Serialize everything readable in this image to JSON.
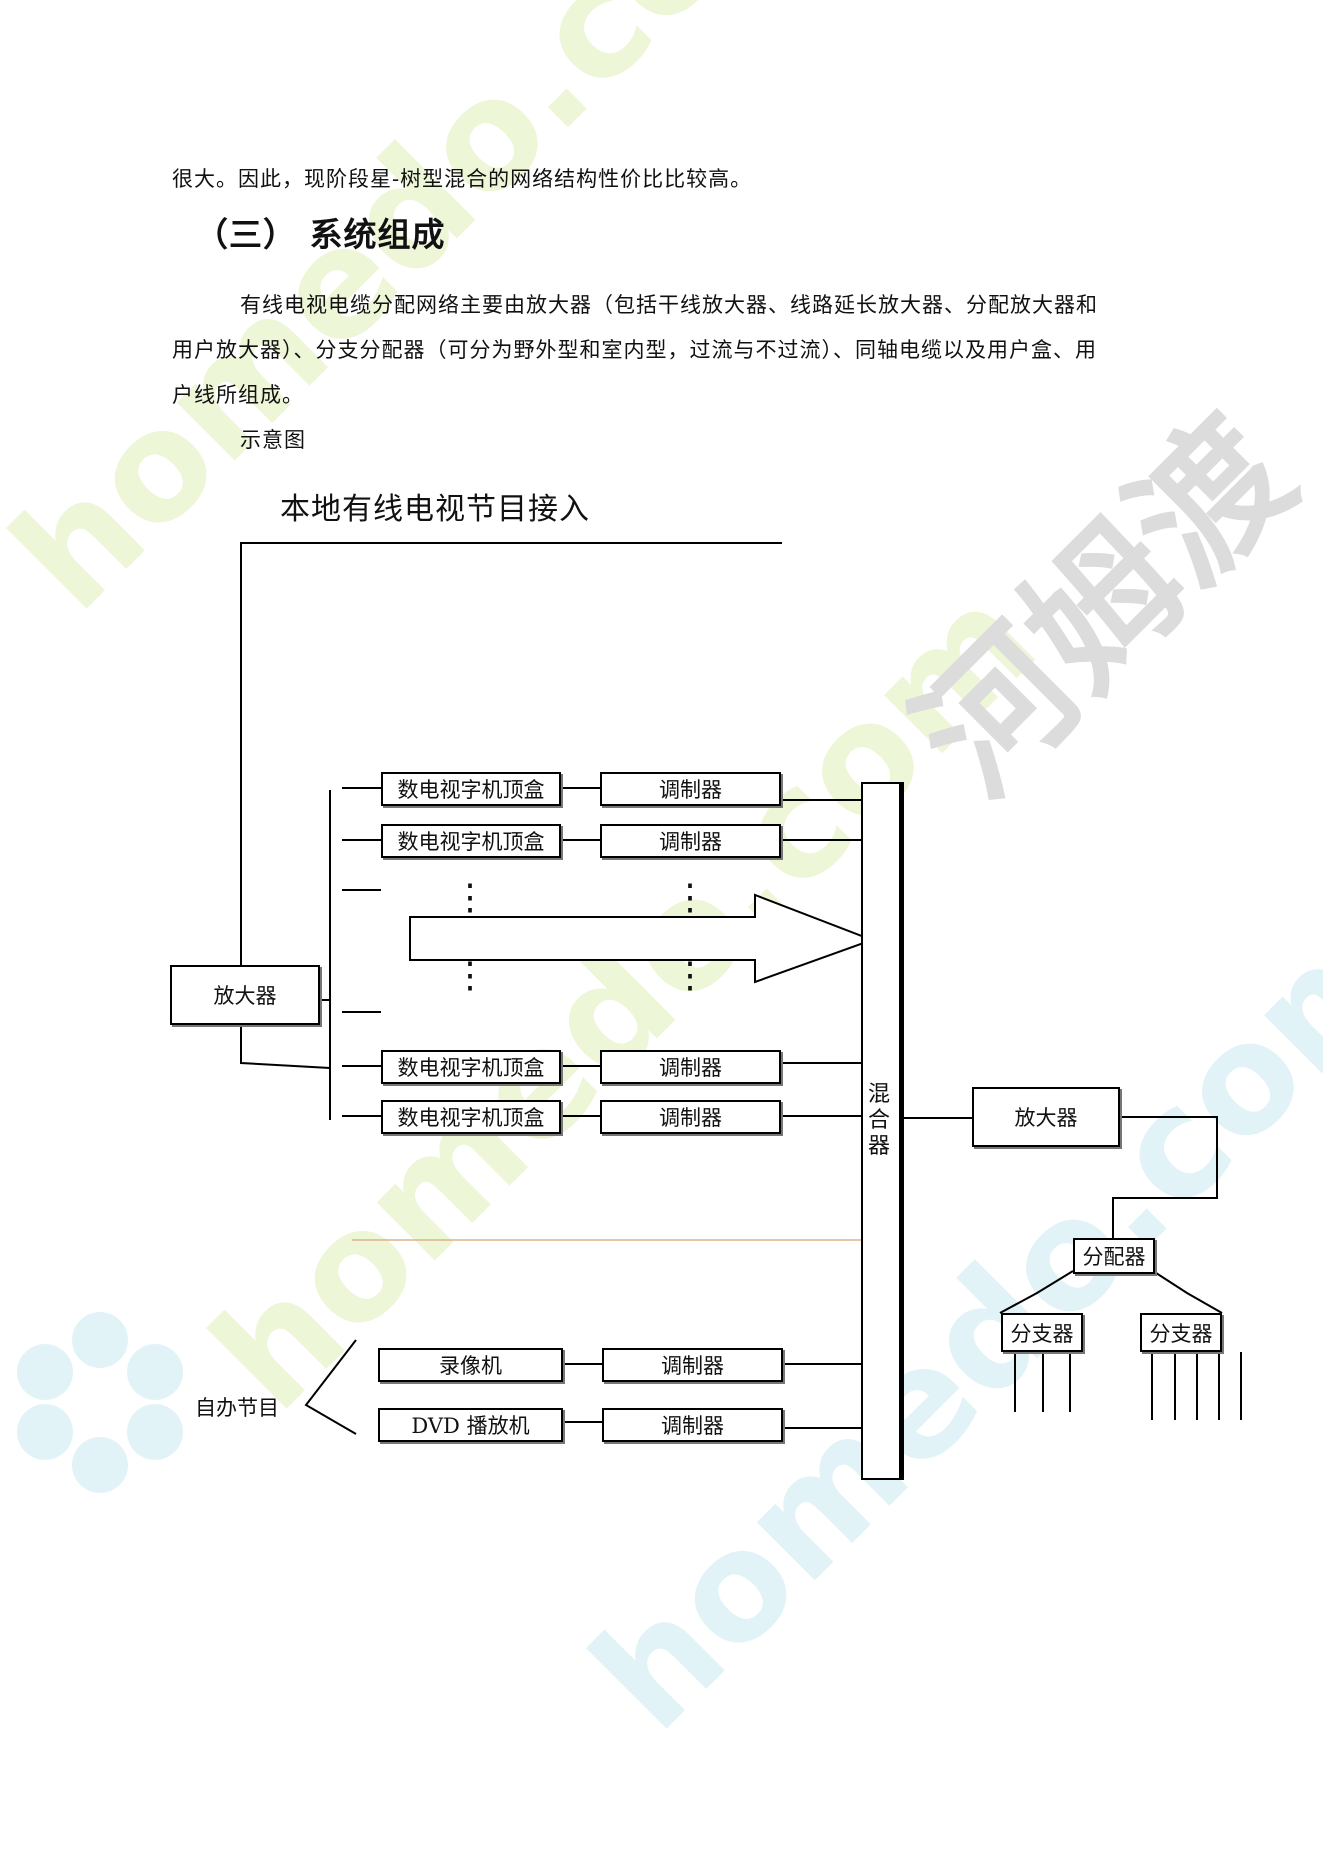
{
  "text": {
    "line_1": "很大。因此，现阶段星-树型混合的网络结构性价比比较高。",
    "heading": "（三）  系统组成",
    "para_line_1": "有线电视电缆分配网络主要由放大器（包括干线放大器、线路延长放大器、分配放大器和",
    "para_line_2": "用户放大器）、分支分配器（可分为野外型和室内型，过流与不过流）、同轴电缆以及用户盒、用",
    "para_line_3": "户线所组成。",
    "caption": "示意图"
  },
  "diagram": {
    "title": "本地有线电视节目接入",
    "amplifier_left": "放大器",
    "set_top_box": "数电视字机顶盒",
    "modulator": "调制器",
    "mixer": "混合器",
    "amplifier_right": "放大器",
    "distributor": "分配器",
    "tap": "分支器",
    "self_program": "自办节目",
    "vcr": "录像机",
    "dvd": "DVD 播放机",
    "ellipsis_dots": "⋮"
  },
  "watermark": {
    "brand_latin": "homedo.com",
    "brand_cn": "河姆渡",
    "color_green": "#eef6d8",
    "color_blue": "#e2f3f8",
    "color_gray": "#dcdcdc"
  }
}
